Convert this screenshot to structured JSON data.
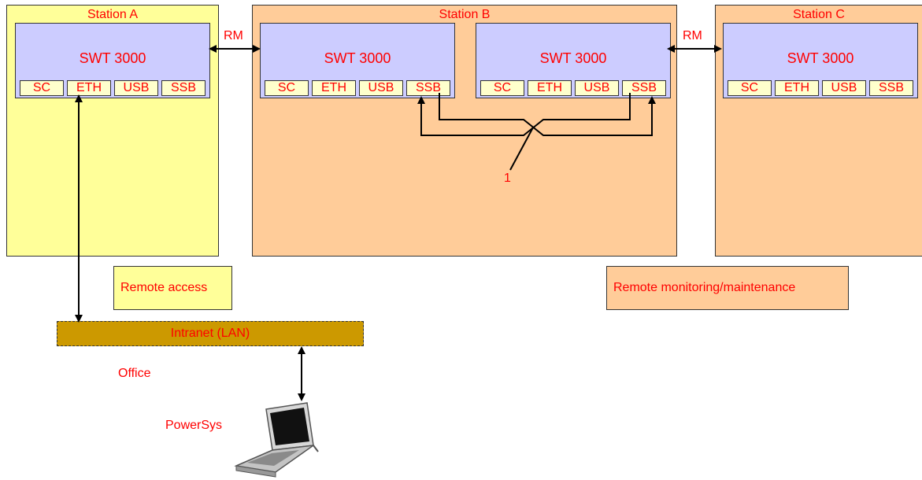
{
  "stations": [
    {
      "title": "Station A",
      "devices": [
        {
          "name": "SWT 3000",
          "ports": [
            "SC",
            "ETH",
            "USB",
            "SSB"
          ]
        }
      ]
    },
    {
      "title": "Station B",
      "devices": [
        {
          "name": "SWT 3000",
          "ports": [
            "SC",
            "ETH",
            "USB",
            "SSB"
          ]
        },
        {
          "name": "SWT 3000",
          "ports": [
            "SC",
            "ETH",
            "USB",
            "SSB"
          ]
        }
      ]
    },
    {
      "title": "Station C",
      "devices": [
        {
          "name": "SWT 3000",
          "ports": [
            "SC",
            "ETH",
            "USB",
            "SSB"
          ]
        }
      ]
    }
  ],
  "links": {
    "rm_left": "RM",
    "rm_right": "RM",
    "crossover_callout": "1"
  },
  "labels": {
    "remote_access": "Remote access",
    "remote_monitoring": "Remote monitoring/maintenance",
    "intranet": "Intranet (LAN)",
    "office": "Office",
    "powersys": "PowerSys"
  },
  "colors": {
    "station_a_bg": "#ffff99",
    "station_bc_bg": "#ffcc99",
    "device_bg": "#ccccff",
    "port_bg": "#ffffcc",
    "intranet_bg": "#cc9900",
    "text": "#ff0000"
  },
  "icons": [
    "laptop-icon"
  ]
}
